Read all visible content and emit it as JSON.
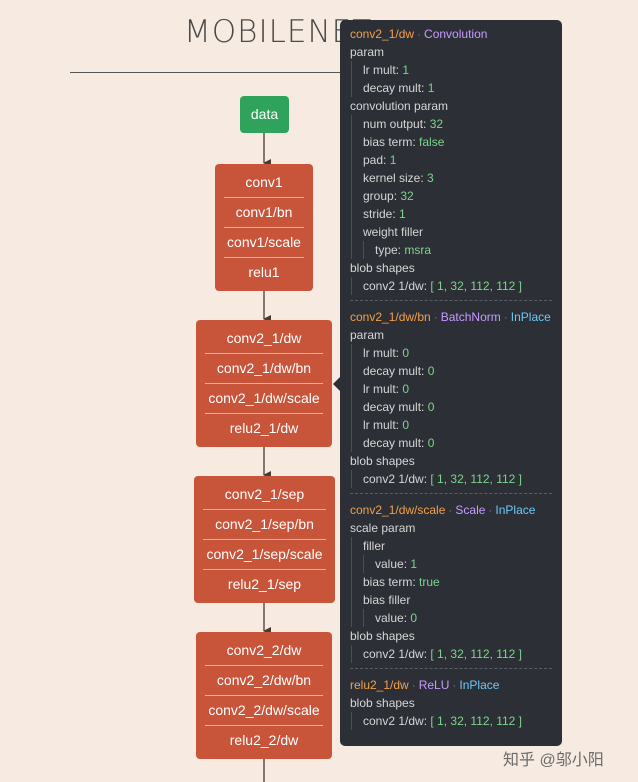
{
  "title": "MOBILENET",
  "graph": {
    "input": "data",
    "blocks": [
      [
        "conv1",
        "conv1/bn",
        "conv1/scale",
        "relu1"
      ],
      [
        "conv2_1/dw",
        "conv2_1/dw/bn",
        "conv2_1/dw/scale",
        "relu2_1/dw"
      ],
      [
        "conv2_1/sep",
        "conv2_1/sep/bn",
        "conv2_1/sep/scale",
        "relu2_1/sep"
      ],
      [
        "conv2_2/dw",
        "conv2_2/dw/bn",
        "conv2_2/dw/scale",
        "relu2_2/dw"
      ]
    ]
  },
  "tooltip": {
    "layers": [
      {
        "name": "conv2_1/dw",
        "type": "Convolution",
        "lines": [
          {
            "k": "param",
            "v": "",
            "lvl": 0
          },
          {
            "k": "lr mult:",
            "v": "1",
            "lvl": 1
          },
          {
            "k": "decay mult:",
            "v": "1",
            "lvl": 1
          },
          {
            "k": "convolution param",
            "v": "",
            "lvl": 0
          },
          {
            "k": "num output:",
            "v": "32",
            "lvl": 1
          },
          {
            "k": "bias term:",
            "v": "false",
            "lvl": 1
          },
          {
            "k": "pad:",
            "v": "1",
            "lvl": 1
          },
          {
            "k": "kernel size:",
            "v": "3",
            "lvl": 1
          },
          {
            "k": "group:",
            "v": "32",
            "lvl": 1
          },
          {
            "k": "stride:",
            "v": "1",
            "lvl": 1
          },
          {
            "k": "weight filler",
            "v": "",
            "lvl": 1
          },
          {
            "k": "type:",
            "v": "msra",
            "lvl": 2
          },
          {
            "k": "blob shapes",
            "v": "",
            "lvl": 0
          },
          {
            "k": "conv2 1/dw:",
            "v": "[ 1, 32, 112, 112 ]",
            "lvl": 1
          }
        ]
      },
      {
        "name": "conv2_1/dw/bn",
        "type": "BatchNorm",
        "inplace": "InPlace",
        "lines": [
          {
            "k": "param",
            "v": "",
            "lvl": 0
          },
          {
            "k": "lr mult:",
            "v": "0",
            "lvl": 1
          },
          {
            "k": "decay mult:",
            "v": "0",
            "lvl": 1
          },
          {
            "k": "lr mult:",
            "v": "0",
            "lvl": 1
          },
          {
            "k": "decay mult:",
            "v": "0",
            "lvl": 1
          },
          {
            "k": "lr mult:",
            "v": "0",
            "lvl": 1
          },
          {
            "k": "decay mult:",
            "v": "0",
            "lvl": 1
          },
          {
            "k": "blob shapes",
            "v": "",
            "lvl": 0
          },
          {
            "k": "conv2 1/dw:",
            "v": "[ 1, 32, 112, 112 ]",
            "lvl": 1
          }
        ]
      },
      {
        "name": "conv2_1/dw/scale",
        "type": "Scale",
        "inplace": "InPlace",
        "lines": [
          {
            "k": "scale param",
            "v": "",
            "lvl": 0
          },
          {
            "k": "filler",
            "v": "",
            "lvl": 1
          },
          {
            "k": "value:",
            "v": "1",
            "lvl": 2
          },
          {
            "k": "bias term:",
            "v": "true",
            "lvl": 1
          },
          {
            "k": "bias filler",
            "v": "",
            "lvl": 1
          },
          {
            "k": "value:",
            "v": "0",
            "lvl": 2
          },
          {
            "k": "blob shapes",
            "v": "",
            "lvl": 0
          },
          {
            "k": "conv2 1/dw:",
            "v": "[ 1, 32, 112, 112 ]",
            "lvl": 1
          }
        ]
      },
      {
        "name": "relu2_1/dw",
        "type": "ReLU",
        "inplace": "InPlace",
        "lines": [
          {
            "k": "blob shapes",
            "v": "",
            "lvl": 0
          },
          {
            "k": "conv2 1/dw:",
            "v": "[ 1, 32, 112, 112 ]",
            "lvl": 1
          }
        ]
      }
    ]
  },
  "watermark": "知乎 @邬小阳",
  "colors": {
    "input_node": "#2fa35c",
    "layer_block": "#c8543a",
    "tooltip_bg": "#2d2f36",
    "layer_name": "#f2a04a",
    "layer_type": "#c79bff",
    "inplace": "#6cc8f5",
    "value": "#7bd58c"
  }
}
